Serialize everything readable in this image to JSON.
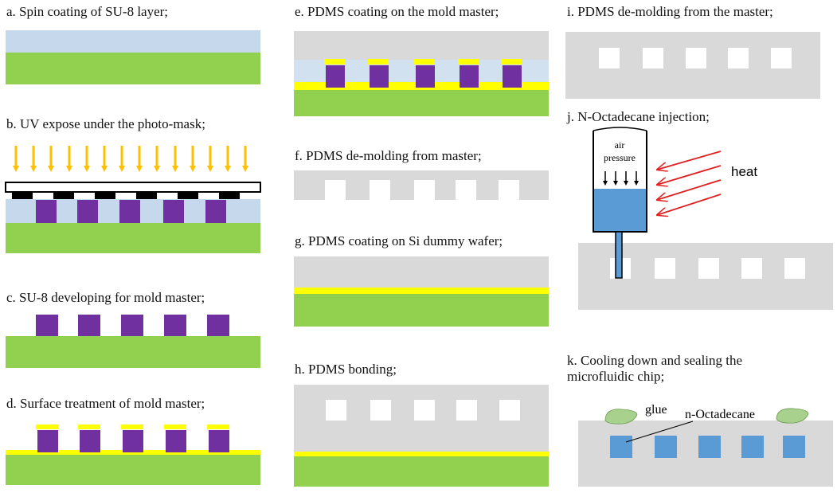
{
  "steps": {
    "a": "a. Spin coating of SU-8 layer;",
    "b": "b. UV expose under the photo-mask;",
    "c": "c. SU-8 developing for mold master;",
    "d": "d. Surface treatment of mold master;",
    "e": "e. PDMS coating on the mold master;",
    "f": "f. PDMS de-molding from master;",
    "g": "g. PDMS coating on Si dummy wafer;",
    "h": "h. PDMS bonding;",
    "i": "i. PDMS de-molding from the master;",
    "j": "j. N-Octadecane injection;",
    "k": "k. Cooling down and sealing the microfluidic chip;"
  },
  "labels": {
    "air": "air",
    "pressure": "pressure",
    "heat": "heat",
    "glue": "glue",
    "octadecane": "n-Octadecane"
  },
  "colors": {
    "su8": "#c6d9ec",
    "wafer": "#92d050",
    "pdms": "#d9d9d9",
    "feature": "#7030a0",
    "coating": "#ffff00",
    "uv": "#ffc000",
    "liquid": "#5b9bd5",
    "heat": "#e02020",
    "glue": "#a9d18e"
  }
}
